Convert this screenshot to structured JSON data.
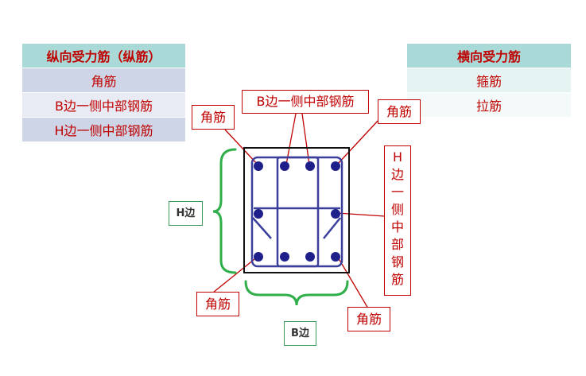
{
  "left_table": {
    "header": "纵向受力筋（纵筋）",
    "rows": [
      "角筋",
      "B边一侧中部钢筋",
      "H边一侧中部钢筋"
    ]
  },
  "right_table": {
    "header": "横向受力筋",
    "rows": [
      "箍筋",
      "拉筋"
    ]
  },
  "labels": {
    "corner_top_left": "角筋",
    "corner_top_right": "角筋",
    "corner_bottom_left": "角筋",
    "corner_bottom_right": "角筋",
    "b_side_middle": "B边一侧中部钢筋",
    "h_side_middle": [
      "H",
      "边",
      "一",
      "侧",
      "中",
      "部",
      "钢",
      "筋"
    ],
    "h_dimension": "H边",
    "b_dimension": "B边"
  },
  "colors": {
    "accent_red": "#c00000",
    "stirrup_blue": "#3b3f9c",
    "bar_blue": "#1f1f8c",
    "brace_green": "#2fae4a"
  }
}
